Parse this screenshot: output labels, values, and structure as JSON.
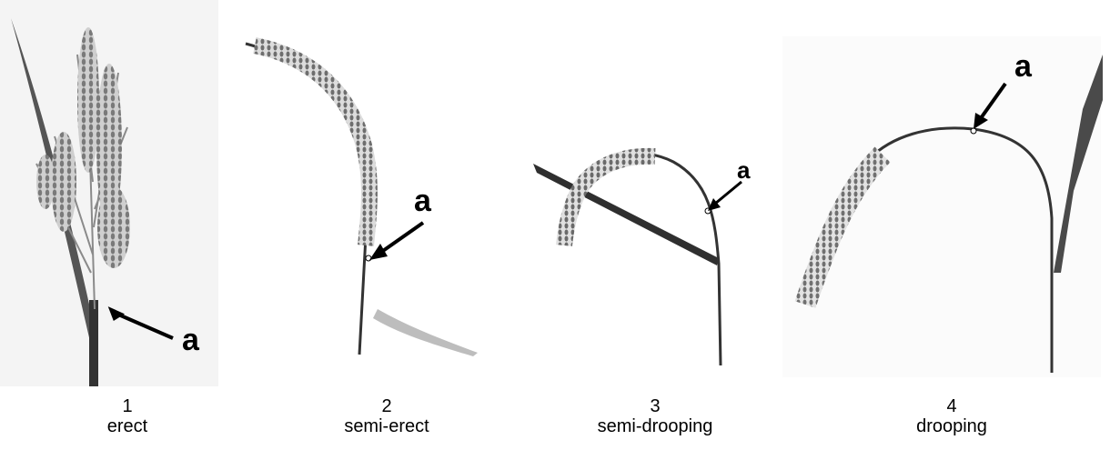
{
  "figure": {
    "panels": [
      {
        "number": "1",
        "label": "erect",
        "marker": "a"
      },
      {
        "number": "2",
        "label": "semi-erect",
        "marker": "a"
      },
      {
        "number": "3",
        "label": "semi-drooping",
        "marker": "a"
      },
      {
        "number": "4",
        "label": "drooping",
        "marker": "a"
      }
    ]
  }
}
